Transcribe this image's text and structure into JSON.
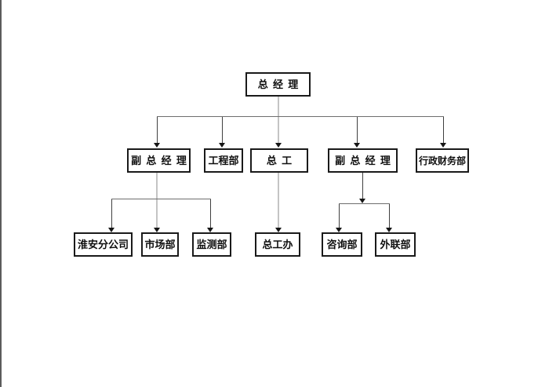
{
  "diagram": {
    "type": "org-chart",
    "nodes": {
      "gm": {
        "label": "总 经 理",
        "level": 1
      },
      "vice_gm_left": {
        "label": "副 总 经 理",
        "level": 2
      },
      "engineering": {
        "label": "工程部",
        "level": 2
      },
      "chief_eng": {
        "label": "总 工",
        "level": 2
      },
      "vice_gm_right": {
        "label": "副 总 经 理",
        "level": 2
      },
      "admin_finance": {
        "label": "行政财务部",
        "level": 2
      },
      "huaian_branch": {
        "label": "淮安分公司",
        "level": 3
      },
      "marketing": {
        "label": "市场部",
        "level": 3
      },
      "monitoring": {
        "label": "监测部",
        "level": 3
      },
      "chief_eng_office": {
        "label": "总工办",
        "level": 3
      },
      "consulting": {
        "label": "咨询部",
        "level": 3
      },
      "external_rel": {
        "label": "外联部",
        "level": 3
      }
    },
    "edges": [
      {
        "from": "gm",
        "to": "vice_gm_left"
      },
      {
        "from": "gm",
        "to": "engineering"
      },
      {
        "from": "gm",
        "to": "chief_eng"
      },
      {
        "from": "gm",
        "to": "vice_gm_right"
      },
      {
        "from": "gm",
        "to": "admin_finance"
      },
      {
        "from": "vice_gm_left",
        "to": "huaian_branch"
      },
      {
        "from": "vice_gm_left",
        "to": "marketing"
      },
      {
        "from": "vice_gm_left",
        "to": "monitoring"
      },
      {
        "from": "chief_eng",
        "to": "chief_eng_office"
      },
      {
        "from": "vice_gm_right",
        "to": "consulting"
      },
      {
        "from": "vice_gm_right",
        "to": "external_rel"
      }
    ]
  },
  "colors": {
    "page_bg": "#ffffff",
    "box_border": "#1a1a1a",
    "text_color": "#0f0f0f",
    "hline_color": "#6e6e6e",
    "drop_color": "#3f3f3f",
    "stem_color": "#c4c4c4",
    "arrow_color": "#161616",
    "page_edge": "#5c5c5c"
  }
}
